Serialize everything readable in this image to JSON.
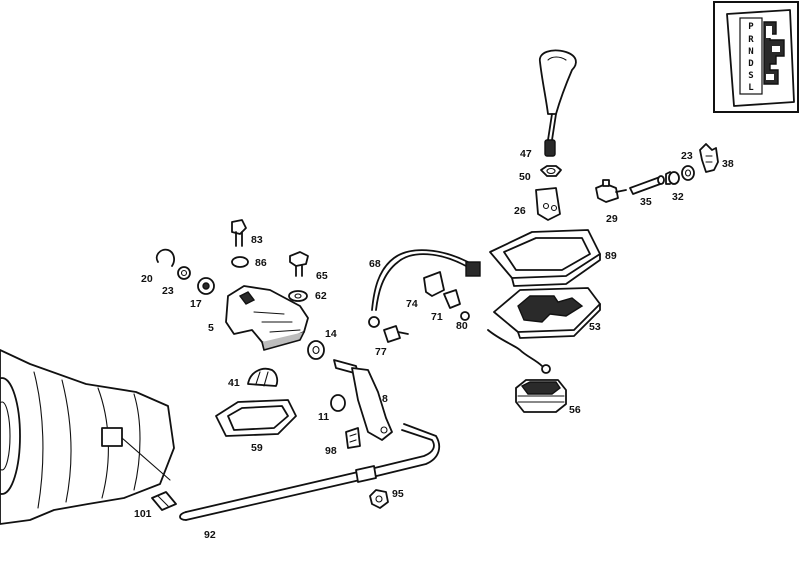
{
  "callouts": {
    "c47": "47",
    "c50": "50",
    "c26": "26",
    "c23a": "23",
    "c38": "38",
    "c29": "29",
    "c35": "35",
    "c32": "32",
    "c89": "89",
    "c83": "83",
    "c86": "86",
    "c65": "65",
    "c62": "62",
    "c20": "20",
    "c23b": "23",
    "c17": "17",
    "c5": "5",
    "c14": "14",
    "c68": "68",
    "c74": "74",
    "c71": "71",
    "c80": "80",
    "c77": "77",
    "c53": "53",
    "c41": "41",
    "c8": "8",
    "c11": "11",
    "c59": "59",
    "c98": "98",
    "c56": "56",
    "c95": "95",
    "c101": "101",
    "c92": "92"
  },
  "gate_inset": {
    "letters": [
      "P",
      "R",
      "N",
      "D",
      "S",
      "L"
    ]
  }
}
